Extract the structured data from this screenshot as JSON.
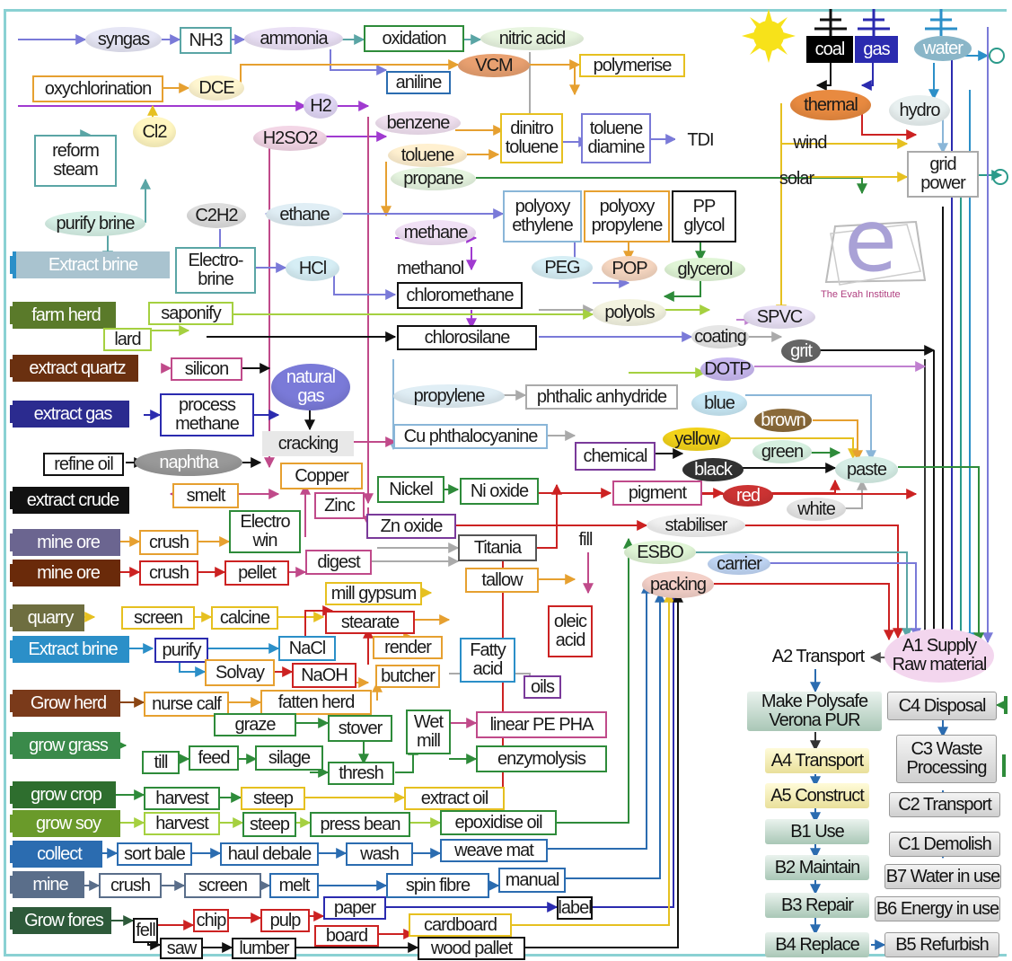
{
  "diagram": {
    "sources": [
      {
        "id": "s1",
        "text": "Extract brine"
      },
      {
        "id": "s2",
        "text": "farm herd"
      },
      {
        "id": "s3",
        "text": "extract quartz"
      },
      {
        "id": "s4",
        "text": "extract gas"
      },
      {
        "id": "s5",
        "text": "extract crude"
      },
      {
        "id": "s6",
        "text": "mine ore"
      },
      {
        "id": "s7",
        "text": "mine ore"
      },
      {
        "id": "s8",
        "text": "quarry"
      },
      {
        "id": "s9",
        "text": "Extract brine"
      },
      {
        "id": "s10",
        "text": "Grow herd"
      },
      {
        "id": "s11",
        "text": "grow grass"
      },
      {
        "id": "s12",
        "text": "grow crop"
      },
      {
        "id": "s13",
        "text": "grow soy"
      },
      {
        "id": "s14",
        "text": "collect"
      },
      {
        "id": "s15",
        "text": "mine"
      },
      {
        "id": "s16",
        "text": "Grow fores"
      }
    ],
    "utilities": [
      {
        "id": "coal",
        "text": "coal"
      },
      {
        "id": "gas",
        "text": "gas"
      },
      {
        "id": "water",
        "text": "water"
      }
    ],
    "nodes": [
      {
        "id": "syngas",
        "text": "syngas"
      },
      {
        "id": "nh3",
        "text": "NH3"
      },
      {
        "id": "ammonia",
        "text": "ammonia"
      },
      {
        "id": "oxidation",
        "text": "oxidation"
      },
      {
        "id": "nitric",
        "text": "nitric acid"
      },
      {
        "id": "vcm",
        "text": "VCM"
      },
      {
        "id": "polymerise",
        "text": "polymerise"
      },
      {
        "id": "oxychlor",
        "text": "oxychlorination"
      },
      {
        "id": "dce",
        "text": "DCE"
      },
      {
        "id": "aniline",
        "text": "aniline"
      },
      {
        "id": "h2",
        "text": "H2"
      },
      {
        "id": "benzene",
        "text": "benzene"
      },
      {
        "id": "cl2",
        "text": "Cl2"
      },
      {
        "id": "reform",
        "text": "reform steam"
      },
      {
        "id": "h2so2",
        "text": "H2SO2"
      },
      {
        "id": "dinitro",
        "text": "dinitro toluene"
      },
      {
        "id": "tdiamine",
        "text": "toluene diamine"
      },
      {
        "id": "tdi",
        "text": "TDI"
      },
      {
        "id": "toluene",
        "text": "toluene"
      },
      {
        "id": "propane",
        "text": "propane"
      },
      {
        "id": "purify_brine",
        "text": "purify brine"
      },
      {
        "id": "c2h2",
        "text": "C2H2"
      },
      {
        "id": "ethane",
        "text": "ethane"
      },
      {
        "id": "polyoxyeth",
        "text": "polyoxy ethylene"
      },
      {
        "id": "polyoxyprop",
        "text": "polyoxy propylene"
      },
      {
        "id": "ppglycol",
        "text": "PP glycol"
      },
      {
        "id": "methane",
        "text": "methane"
      },
      {
        "id": "electrobrine",
        "text": "Electro-brine"
      },
      {
        "id": "hcl",
        "text": "HCl"
      },
      {
        "id": "methanol",
        "text": "methanol"
      },
      {
        "id": "peg",
        "text": "PEG"
      },
      {
        "id": "pop",
        "text": "POP"
      },
      {
        "id": "glycerol",
        "text": "glycerol"
      },
      {
        "id": "chloromethane",
        "text": "chloromethane"
      },
      {
        "id": "saponify",
        "text": "saponify"
      },
      {
        "id": "polyols",
        "text": "polyols"
      },
      {
        "id": "spvc",
        "text": "SPVC"
      },
      {
        "id": "lard",
        "text": "lard"
      },
      {
        "id": "chlorosilane",
        "text": "chlorosilane"
      },
      {
        "id": "coating",
        "text": "coating"
      },
      {
        "id": "grit",
        "text": "grit"
      },
      {
        "id": "silicon",
        "text": "silicon"
      },
      {
        "id": "naturalgas",
        "text": "natural gas"
      },
      {
        "id": "dotp",
        "text": "DOTP"
      },
      {
        "id": "processmethane",
        "text": "process methane"
      },
      {
        "id": "propylene",
        "text": "propylene"
      },
      {
        "id": "phthalic",
        "text": "phthalic anhydride"
      },
      {
        "id": "blue",
        "text": "blue"
      },
      {
        "id": "brown",
        "text": "brown"
      },
      {
        "id": "cracking",
        "text": "cracking"
      },
      {
        "id": "cuphthalo",
        "text": "Cu phthalocyanine"
      },
      {
        "id": "yellow",
        "text": "yellow"
      },
      {
        "id": "refineoil",
        "text": "refine oil"
      },
      {
        "id": "naphtha",
        "text": "naphtha"
      },
      {
        "id": "chemical",
        "text": "chemical"
      },
      {
        "id": "green",
        "text": "green"
      },
      {
        "id": "black",
        "text": "black"
      },
      {
        "id": "paste",
        "text": "paste"
      },
      {
        "id": "copper",
        "text": "Copper"
      },
      {
        "id": "smelt",
        "text": "smelt"
      },
      {
        "id": "zinc",
        "text": "Zinc"
      },
      {
        "id": "nickel",
        "text": "Nickel"
      },
      {
        "id": "nioxide",
        "text": "Ni oxide"
      },
      {
        "id": "pigment",
        "text": "pigment"
      },
      {
        "id": "red",
        "text": "red"
      },
      {
        "id": "white",
        "text": "white"
      },
      {
        "id": "electrowin",
        "text": "Electro win"
      },
      {
        "id": "znoxide",
        "text": "Zn oxide"
      },
      {
        "id": "stabiliser",
        "text": "stabiliser"
      },
      {
        "id": "crush1",
        "text": "crush"
      },
      {
        "id": "titania",
        "text": "Titania"
      },
      {
        "id": "fill",
        "text": "fill"
      },
      {
        "id": "esbo",
        "text": "ESBO"
      },
      {
        "id": "carrier",
        "text": "carrier"
      },
      {
        "id": "crush2",
        "text": "crush"
      },
      {
        "id": "pellet",
        "text": "pellet"
      },
      {
        "id": "digest",
        "text": "digest"
      },
      {
        "id": "tallow",
        "text": "tallow"
      },
      {
        "id": "packing",
        "text": "packing"
      },
      {
        "id": "millgypsum",
        "text": "mill gypsum"
      },
      {
        "id": "screen1",
        "text": "screen"
      },
      {
        "id": "calcine",
        "text": "calcine"
      },
      {
        "id": "stearate",
        "text": "stearate"
      },
      {
        "id": "oleic",
        "text": "oleic acid"
      },
      {
        "id": "purify",
        "text": "purify"
      },
      {
        "id": "nacl",
        "text": "NaCl"
      },
      {
        "id": "render",
        "text": "render"
      },
      {
        "id": "fatty",
        "text": "Fatty acid"
      },
      {
        "id": "solvay",
        "text": "Solvay"
      },
      {
        "id": "naoh",
        "text": "NaOH"
      },
      {
        "id": "butcher",
        "text": "butcher"
      },
      {
        "id": "oils",
        "text": "oils"
      },
      {
        "id": "nursecalf",
        "text": "nurse calf"
      },
      {
        "id": "fattenherd",
        "text": "fatten herd"
      },
      {
        "id": "graze",
        "text": "graze"
      },
      {
        "id": "stover",
        "text": "stover"
      },
      {
        "id": "wetmill",
        "text": "Wet mill"
      },
      {
        "id": "linearpe",
        "text": "linear PE PHA"
      },
      {
        "id": "till",
        "text": "till"
      },
      {
        "id": "feed",
        "text": "feed"
      },
      {
        "id": "silage",
        "text": "silage"
      },
      {
        "id": "thresh",
        "text": "thresh"
      },
      {
        "id": "enzymolysis",
        "text": "enzymolysis"
      },
      {
        "id": "harvest1",
        "text": "harvest"
      },
      {
        "id": "steep1",
        "text": "steep"
      },
      {
        "id": "extractoil",
        "text": "extract oil"
      },
      {
        "id": "harvest2",
        "text": "harvest"
      },
      {
        "id": "steep2",
        "text": "steep"
      },
      {
        "id": "pressbean",
        "text": "press bean"
      },
      {
        "id": "epoxidise",
        "text": "epoxidise oil"
      },
      {
        "id": "sortbale",
        "text": "sort bale"
      },
      {
        "id": "hauldebale",
        "text": "haul debale"
      },
      {
        "id": "wash",
        "text": "wash"
      },
      {
        "id": "weavemat",
        "text": "weave mat"
      },
      {
        "id": "crush3",
        "text": "crush"
      },
      {
        "id": "screen2",
        "text": "screen"
      },
      {
        "id": "melt",
        "text": "melt"
      },
      {
        "id": "spinfibre",
        "text": "spin fibre"
      },
      {
        "id": "manual",
        "text": "manual"
      },
      {
        "id": "fell",
        "text": "fell"
      },
      {
        "id": "chip",
        "text": "chip"
      },
      {
        "id": "pulp",
        "text": "pulp"
      },
      {
        "id": "paper",
        "text": "paper"
      },
      {
        "id": "label",
        "text": "label"
      },
      {
        "id": "cardboard",
        "text": "cardboard"
      },
      {
        "id": "saw",
        "text": "saw"
      },
      {
        "id": "lumber",
        "text": "lumber"
      },
      {
        "id": "board",
        "text": "board"
      },
      {
        "id": "woodpallet",
        "text": "wood pallet"
      },
      {
        "id": "thermal",
        "text": "thermal"
      },
      {
        "id": "hydro",
        "text": "hydro"
      },
      {
        "id": "wind",
        "text": "wind"
      },
      {
        "id": "solar",
        "text": "solar"
      },
      {
        "id": "gridpower",
        "text": "grid power"
      }
    ],
    "lifecycle": [
      {
        "id": "a1",
        "text": "A1 Supply Raw material"
      },
      {
        "id": "a2",
        "text": "A2 Transport"
      },
      {
        "id": "make",
        "text": "Make Polysafe Verona PUR"
      },
      {
        "id": "c4",
        "text": "C4 Disposal"
      },
      {
        "id": "a4",
        "text": "A4 Transport"
      },
      {
        "id": "c3",
        "text": "C3 Waste Processing"
      },
      {
        "id": "a5",
        "text": "A5 Construct"
      },
      {
        "id": "c2",
        "text": "C2 Transport"
      },
      {
        "id": "b1",
        "text": "B1 Use"
      },
      {
        "id": "c1",
        "text": "C1 Demolish"
      },
      {
        "id": "b2",
        "text": "B2 Maintain"
      },
      {
        "id": "b7",
        "text": "B7 Water in use"
      },
      {
        "id": "b3",
        "text": "B3 Repair"
      },
      {
        "id": "b6",
        "text": "B6 Energy in use"
      },
      {
        "id": "b4",
        "text": "B4 Replace"
      },
      {
        "id": "b5",
        "text": "B5 Refurbish"
      }
    ],
    "logo": {
      "letter": "e",
      "caption": "The Evah Institute"
    }
  }
}
